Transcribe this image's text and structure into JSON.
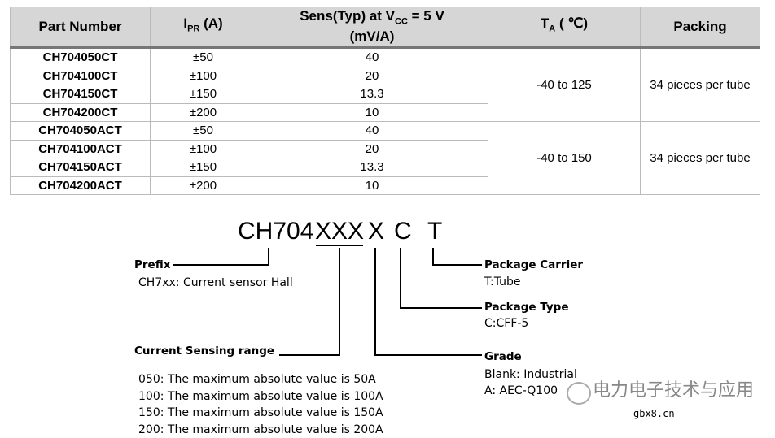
{
  "table": {
    "headers": {
      "part": "Part Number",
      "ipr_main": "I",
      "ipr_sub": "PR",
      "ipr_unit": " (A)",
      "sens_a": "Sens(Typ) at V",
      "sens_sub": "CC",
      "sens_b": " = 5 V",
      "sens_c": "(mV/A)",
      "ta_main": "T",
      "ta_sub": "A",
      "ta_unit": " ( ℃)",
      "packing": "Packing"
    },
    "rows": [
      {
        "part": "CH704050CT",
        "ipr": "±50",
        "sens": "40"
      },
      {
        "part": "CH704100CT",
        "ipr": "±100",
        "sens": "20"
      },
      {
        "part": "CH704150CT",
        "ipr": "±150",
        "sens": "13.3"
      },
      {
        "part": "CH704200CT",
        "ipr": "±200",
        "sens": "10"
      },
      {
        "part": "CH704050ACT",
        "ipr": "±50",
        "sens": "40"
      },
      {
        "part": "CH704100ACT",
        "ipr": "±100",
        "sens": "20"
      },
      {
        "part": "CH704150ACT",
        "ipr": "±150",
        "sens": "13.3"
      },
      {
        "part": "CH704200ACT",
        "ipr": "±200",
        "sens": "10"
      }
    ],
    "groups": [
      {
        "ta": "-40 to 125",
        "packing": "34 pieces per tube"
      },
      {
        "ta": "-40 to 150",
        "packing": "34 pieces per tube"
      }
    ]
  },
  "diagram": {
    "code": {
      "prefix": "CH704",
      "range": "XXX",
      "grade": "X",
      "type": "C",
      "carrier": "T"
    },
    "prefix": {
      "title": "Prefix",
      "desc": "CH7xx: Current sensor Hall"
    },
    "range": {
      "title": "Current Sensing range",
      "items": [
        "050: The maximum absolute value is 50A",
        "100: The maximum absolute value is 100A",
        "150: The maximum absolute value is 150A",
        "200: The maximum absolute value is 200A"
      ]
    },
    "carrier": {
      "title": "Package Carrier",
      "desc": "T:Tube"
    },
    "type": {
      "title": "Package Type",
      "desc": "C:CFF-5"
    },
    "grade": {
      "title": "Grade",
      "items": [
        "Blank: Industrial",
        "A: AEC-Q100"
      ]
    }
  },
  "watermark": {
    "text": "电力电子技术与应用",
    "site": "gbx8.cn"
  }
}
